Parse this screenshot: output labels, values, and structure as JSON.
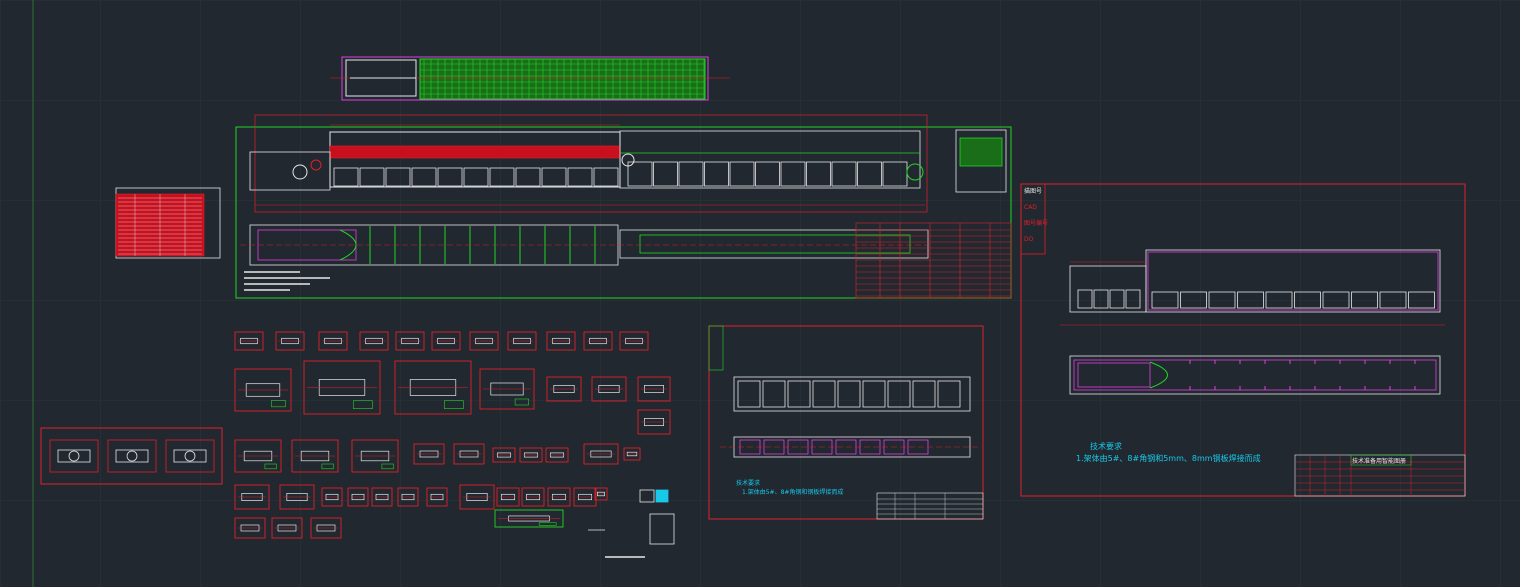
{
  "colors": {
    "background": "#212830",
    "grid": "#2a323b",
    "border_red": "#e0202a",
    "line_white": "#e8e8e8",
    "line_magenta": "#e040e0",
    "line_green": "#22d622",
    "text_cyan": "#18c8e8",
    "fill_red": "#c80f1e"
  },
  "tech_note": {
    "heading": "技术要求",
    "line1": "1.架体由5#、8#角钢和5mm、8mm钢板焊接而成"
  },
  "mid_note": {
    "heading": "技术要求",
    "line1": "1.架体由5#、8#角钢和钢板焊接而成"
  },
  "title_block_right": {
    "name": "技术准备用智能图册"
  },
  "left_side_labels": [
    "描图号",
    "CAD",
    "图号编号",
    "DO"
  ]
}
